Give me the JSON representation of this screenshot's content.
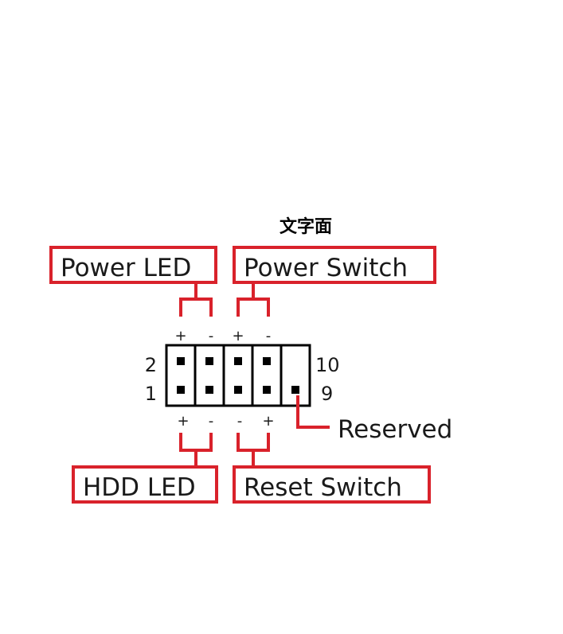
{
  "caption": "文字面",
  "accent_color": "#d9222b",
  "labels": {
    "power_led": "Power LED",
    "power_switch": "Power Switch",
    "hdd_led": "HDD LED",
    "reset_switch": "Reset Switch",
    "reserved": "Reserved"
  },
  "pin_numbers": {
    "top_left": "2",
    "bottom_left": "1",
    "top_right": "10",
    "bottom_right": "9"
  },
  "polarity": {
    "top": [
      "+",
      "-",
      "+",
      "-"
    ],
    "bottom": [
      "+",
      "-",
      "-",
      "+"
    ]
  }
}
